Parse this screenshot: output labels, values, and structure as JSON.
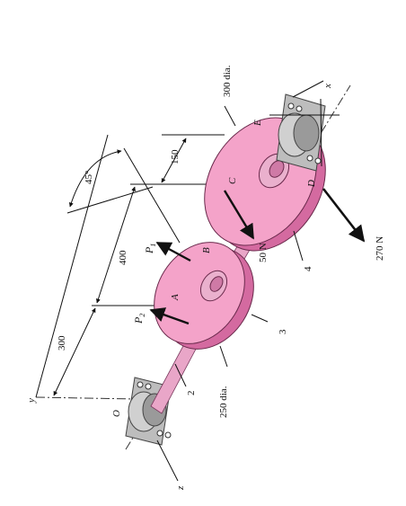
{
  "labels": {
    "dim_300_top": "300 dia.",
    "dim_150": "150",
    "dim_45": "45°",
    "dim_400": "400",
    "dim_300_left": "300",
    "dim_250": "250 dia.",
    "force_50": "50 N",
    "force_270": "270 N",
    "point_E": "E",
    "point_C": "C",
    "point_D": "D",
    "point_B": "B",
    "point_A": "A",
    "point_O": "O",
    "axis_x": "x",
    "axis_y": "y",
    "axis_z": "z",
    "load_P1": "P",
    "load_P1_sub": "1",
    "load_P2": "P",
    "load_P2_sub": "2",
    "callout_2": "2",
    "callout_3": "3",
    "callout_4": "4"
  },
  "colors": {
    "gear_fill": "#f4a3c9",
    "gear_dark": "#d46aa0",
    "bearing_fill": "#c8c8c8",
    "bearing_dark": "#8a8a8a",
    "shaft_fill": "#e9a6c8"
  }
}
